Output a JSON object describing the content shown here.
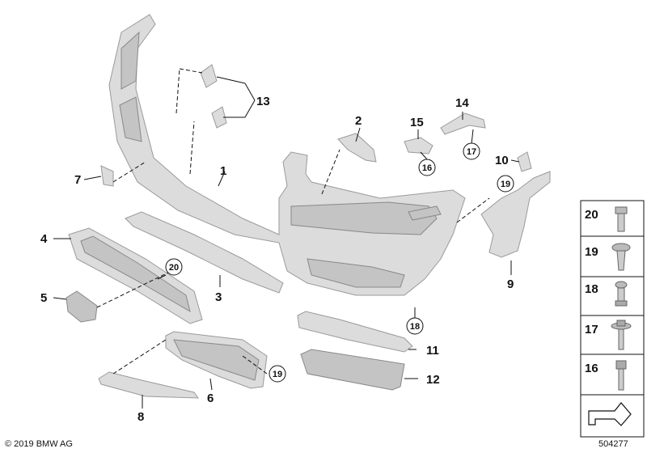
{
  "callouts": [
    {
      "id": "c1",
      "label": "1"
    },
    {
      "id": "c2",
      "label": "2"
    },
    {
      "id": "c3",
      "label": "3"
    },
    {
      "id": "c4",
      "label": "4"
    },
    {
      "id": "c5",
      "label": "5"
    },
    {
      "id": "c6",
      "label": "6"
    },
    {
      "id": "c7",
      "label": "7"
    },
    {
      "id": "c8",
      "label": "8"
    },
    {
      "id": "c9",
      "label": "9"
    },
    {
      "id": "c10",
      "label": "10"
    },
    {
      "id": "c11",
      "label": "11"
    },
    {
      "id": "c12",
      "label": "12"
    },
    {
      "id": "c13",
      "label": "13"
    },
    {
      "id": "c14",
      "label": "14"
    },
    {
      "id": "c15",
      "label": "15"
    }
  ],
  "circle_callouts": [
    {
      "id": "cc16",
      "label": "16"
    },
    {
      "id": "cc17",
      "label": "17"
    },
    {
      "id": "cc18",
      "label": "18"
    },
    {
      "id": "cc19a",
      "label": "19"
    },
    {
      "id": "cc19b",
      "label": "19"
    },
    {
      "id": "cc20",
      "label": "20"
    }
  ],
  "legend": {
    "items": [
      {
        "label": "20",
        "icon": "bolt-flange-icon"
      },
      {
        "label": "19",
        "icon": "expanding-rivet-icon"
      },
      {
        "label": "18",
        "icon": "clip-nut-icon"
      },
      {
        "label": "17",
        "icon": "hex-bolt-washer-icon"
      },
      {
        "label": "16",
        "icon": "hex-bolt-icon"
      }
    ],
    "direction_icon": "arrow-direction-icon"
  },
  "footer": {
    "copyright": "© 2019 BMW AG",
    "diagram_number": "504277"
  }
}
